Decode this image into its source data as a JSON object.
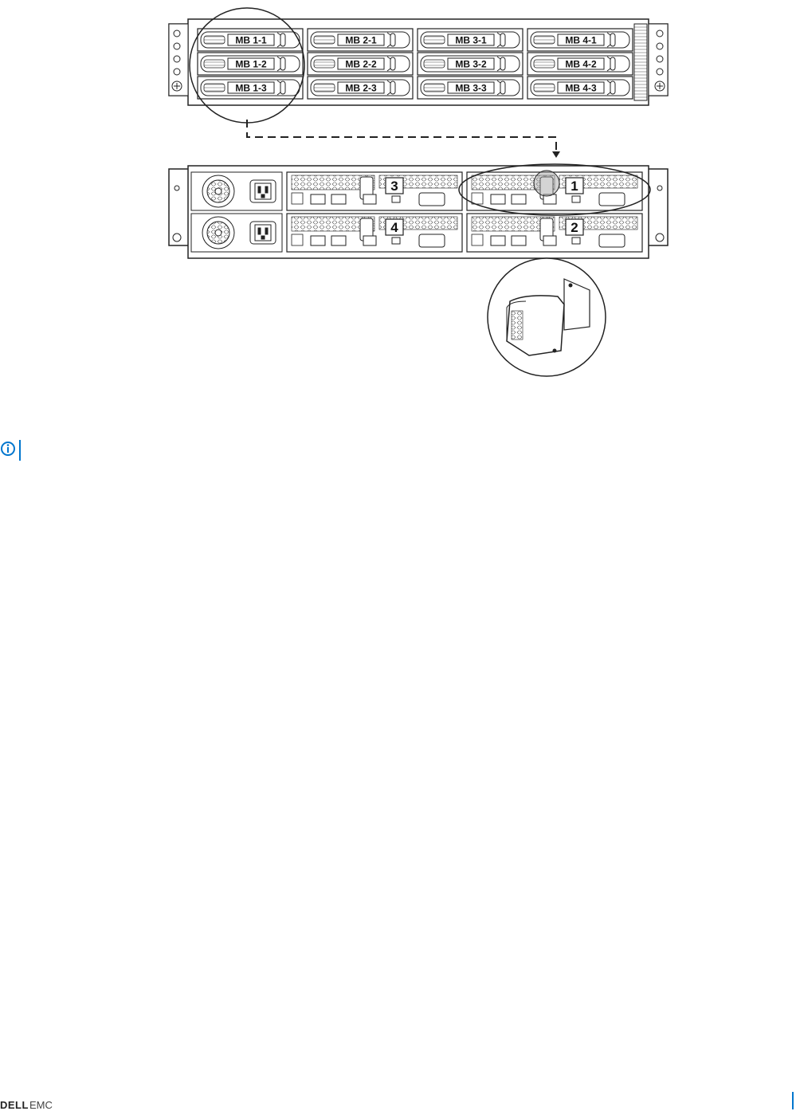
{
  "figure": {
    "front_bays": [
      [
        "MB 1-1",
        "MB 2-1",
        "MB 3-1",
        "MB 4-1"
      ],
      [
        "MB 1-2",
        "MB 2-2",
        "MB 3-2",
        "MB 4-2"
      ],
      [
        "MB 1-3",
        "MB 2-3",
        "MB 3-3",
        "MB 4-3"
      ]
    ],
    "sled_numbers": [
      "3",
      "1",
      "4",
      "2"
    ]
  },
  "note": {
    "icon": "info-circle-icon"
  },
  "footer": {
    "brand_dell": "DELL",
    "brand_emc": "EMC"
  },
  "colors": {
    "accent": "#0076ce",
    "line": "#222222"
  }
}
